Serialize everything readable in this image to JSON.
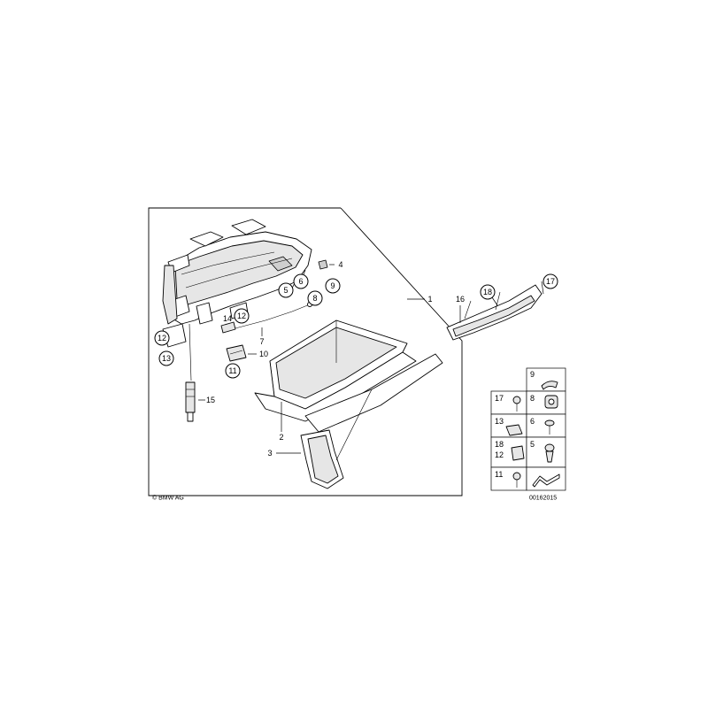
{
  "diagram": {
    "copyright": "© BMW AG",
    "drawing_number": "00162015",
    "callouts": [
      {
        "id": "c1",
        "label": "1",
        "circled": false
      },
      {
        "id": "c2",
        "label": "2",
        "circled": false
      },
      {
        "id": "c3",
        "label": "3",
        "circled": false
      },
      {
        "id": "c4",
        "label": "4",
        "circled": false
      },
      {
        "id": "c5",
        "label": "5",
        "circled": true
      },
      {
        "id": "c6",
        "label": "6",
        "circled": true
      },
      {
        "id": "c7",
        "label": "7",
        "circled": false
      },
      {
        "id": "c8",
        "label": "8",
        "circled": true
      },
      {
        "id": "c9",
        "label": "9",
        "circled": true
      },
      {
        "id": "c10",
        "label": "10",
        "circled": false
      },
      {
        "id": "c11",
        "label": "11",
        "circled": true
      },
      {
        "id": "c12a",
        "label": "12",
        "circled": true
      },
      {
        "id": "c12b",
        "label": "12",
        "circled": true
      },
      {
        "id": "c13",
        "label": "13",
        "circled": true
      },
      {
        "id": "c14",
        "label": "14",
        "circled": false
      },
      {
        "id": "c15",
        "label": "15",
        "circled": false
      },
      {
        "id": "c16",
        "label": "16",
        "circled": false
      },
      {
        "id": "c17",
        "label": "17",
        "circled": true
      },
      {
        "id": "c18",
        "label": "18",
        "circled": true
      }
    ],
    "legend": [
      {
        "id": "l9",
        "label": "9"
      },
      {
        "id": "l17",
        "label": "17"
      },
      {
        "id": "l8",
        "label": "8"
      },
      {
        "id": "l13",
        "label": "13"
      },
      {
        "id": "l6",
        "label": "6"
      },
      {
        "id": "l18",
        "label": "18"
      },
      {
        "id": "l12",
        "label": "12"
      },
      {
        "id": "l5",
        "label": "5"
      },
      {
        "id": "l11",
        "label": "11"
      }
    ]
  }
}
